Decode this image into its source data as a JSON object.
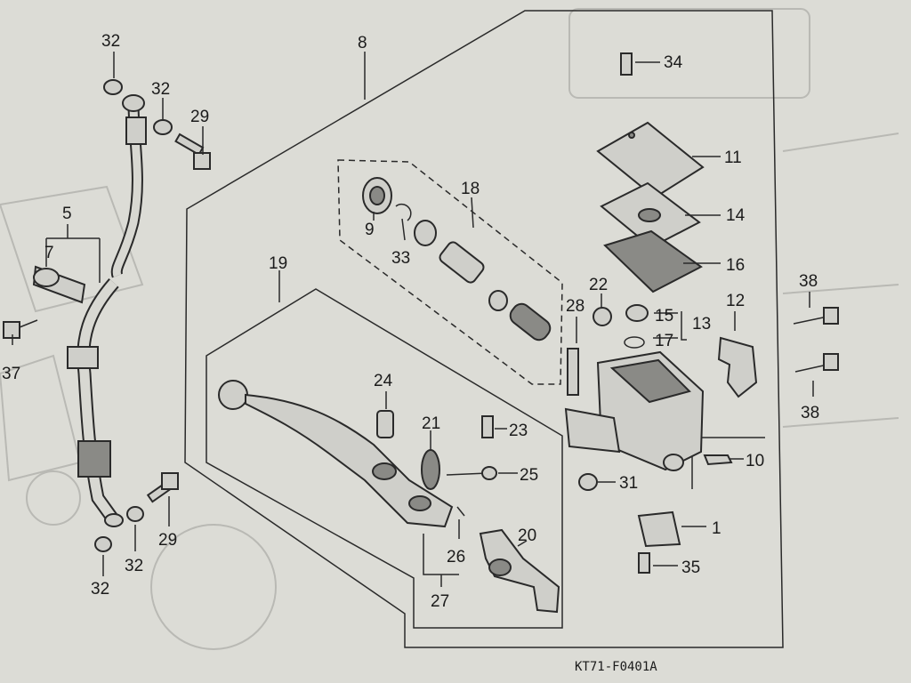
{
  "figure_code": "KT71-F0401A",
  "callouts": [
    {
      "id": "c-1",
      "text": "1"
    },
    {
      "id": "c-5",
      "text": "5"
    },
    {
      "id": "c-7",
      "text": "7"
    },
    {
      "id": "c-8",
      "text": "8"
    },
    {
      "id": "c-9",
      "text": "9"
    },
    {
      "id": "c-10",
      "text": "10"
    },
    {
      "id": "c-11",
      "text": "11"
    },
    {
      "id": "c-12",
      "text": "12"
    },
    {
      "id": "c-13",
      "text": "13"
    },
    {
      "id": "c-14",
      "text": "14"
    },
    {
      "id": "c-15",
      "text": "15"
    },
    {
      "id": "c-16",
      "text": "16"
    },
    {
      "id": "c-17",
      "text": "17"
    },
    {
      "id": "c-18",
      "text": "18"
    },
    {
      "id": "c-19",
      "text": "19"
    },
    {
      "id": "c-20",
      "text": "20"
    },
    {
      "id": "c-21",
      "text": "21"
    },
    {
      "id": "c-22",
      "text": "22"
    },
    {
      "id": "c-23",
      "text": "23"
    },
    {
      "id": "c-24",
      "text": "24"
    },
    {
      "id": "c-25",
      "text": "25"
    },
    {
      "id": "c-26",
      "text": "26"
    },
    {
      "id": "c-27",
      "text": "27"
    },
    {
      "id": "c-28",
      "text": "28"
    },
    {
      "id": "c-29a",
      "text": "29"
    },
    {
      "id": "c-29b",
      "text": "29"
    },
    {
      "id": "c-31",
      "text": "31"
    },
    {
      "id": "c-32a",
      "text": "32"
    },
    {
      "id": "c-32b",
      "text": "32"
    },
    {
      "id": "c-32c",
      "text": "32"
    },
    {
      "id": "c-32d",
      "text": "32"
    },
    {
      "id": "c-33",
      "text": "33"
    },
    {
      "id": "c-34",
      "text": "34"
    },
    {
      "id": "c-35",
      "text": "35"
    },
    {
      "id": "c-37",
      "text": "37"
    },
    {
      "id": "c-38a",
      "text": "38"
    },
    {
      "id": "c-38b",
      "text": "38"
    }
  ]
}
